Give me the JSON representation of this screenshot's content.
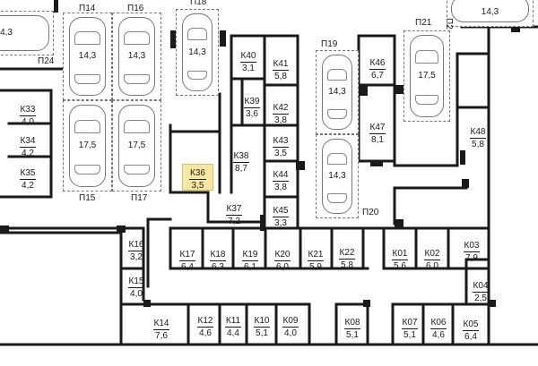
{
  "colors": {
    "wall": "#1a1a1a",
    "highlight": "#fbe7a1",
    "text": "#1a1a1a",
    "dashed": "#777777"
  },
  "storage": {
    "K33": {
      "code": "К33",
      "area": "4,0"
    },
    "K34": {
      "code": "К34",
      "area": "4,2"
    },
    "K35": {
      "code": "К35",
      "area": "4,2"
    },
    "K36": {
      "code": "К36",
      "area": "3,5"
    },
    "K37": {
      "code": "К37",
      "area": "7,2"
    },
    "K38": {
      "code": "К38",
      "area": "8,7"
    },
    "K39": {
      "code": "К39",
      "area": "3,6"
    },
    "K40": {
      "code": "К40",
      "area": "3,1"
    },
    "K41": {
      "code": "К41",
      "area": "5,8"
    },
    "K42": {
      "code": "К42",
      "area": "3,8"
    },
    "K43": {
      "code": "К43",
      "area": "3,5"
    },
    "K44": {
      "code": "К44",
      "area": "3,8"
    },
    "K45": {
      "code": "К45",
      "area": "3,3"
    },
    "K46": {
      "code": "К46",
      "area": "6,7"
    },
    "K47": {
      "code": "К47",
      "area": "8,1"
    },
    "K48": {
      "code": "К48",
      "area": "5,8"
    },
    "K16": {
      "code": "К16",
      "area": "3,2"
    },
    "K15": {
      "code": "К15",
      "area": "4,0"
    },
    "K17": {
      "code": "К17",
      "area": "6,4"
    },
    "K18": {
      "code": "К18",
      "area": "6,3"
    },
    "K19": {
      "code": "К19",
      "area": "6,1"
    },
    "K20": {
      "code": "К20",
      "area": "6,0"
    },
    "K21": {
      "code": "К21",
      "area": "5,9"
    },
    "K22": {
      "code": "К22",
      "area": "5,8"
    },
    "K01": {
      "code": "К01",
      "area": "5,6"
    },
    "K02": {
      "code": "К02",
      "area": "6,0"
    },
    "K03": {
      "code": "К03",
      "area": "7,9"
    },
    "K04": {
      "code": "К04",
      "area": "2,5"
    },
    "K14": {
      "code": "К14",
      "area": "7,6"
    },
    "K12": {
      "code": "К12",
      "area": "4,6"
    },
    "K11": {
      "code": "К11",
      "area": "4,4"
    },
    "K10": {
      "code": "К10",
      "area": "5,1"
    },
    "K09": {
      "code": "К09",
      "area": "4,0"
    },
    "K08": {
      "code": "К08",
      "area": "5,1"
    },
    "K07": {
      "code": "К07",
      "area": "5,1"
    },
    "K06": {
      "code": "К06",
      "area": "4,6"
    },
    "K05": {
      "code": "К05",
      "area": "6,4"
    }
  },
  "parking": {
    "P14": {
      "code": "П14",
      "area": "14,3"
    },
    "P15": {
      "code": "П15",
      "area": "17,5"
    },
    "P16": {
      "code": "П16",
      "area": "14,3"
    },
    "P17": {
      "code": "П17",
      "area": "17,5"
    },
    "P18": {
      "code": "П18",
      "area": "14,3"
    },
    "P19": {
      "code": "П19",
      "area": "14,3"
    },
    "P20": {
      "code": "П20",
      "area": "14,3"
    },
    "P21": {
      "code": "П21",
      "area": "17,5"
    },
    "P24": {
      "code": "П24",
      "area": "4,3"
    },
    "P2x": {
      "code": "П2",
      "area": "14,3"
    }
  }
}
